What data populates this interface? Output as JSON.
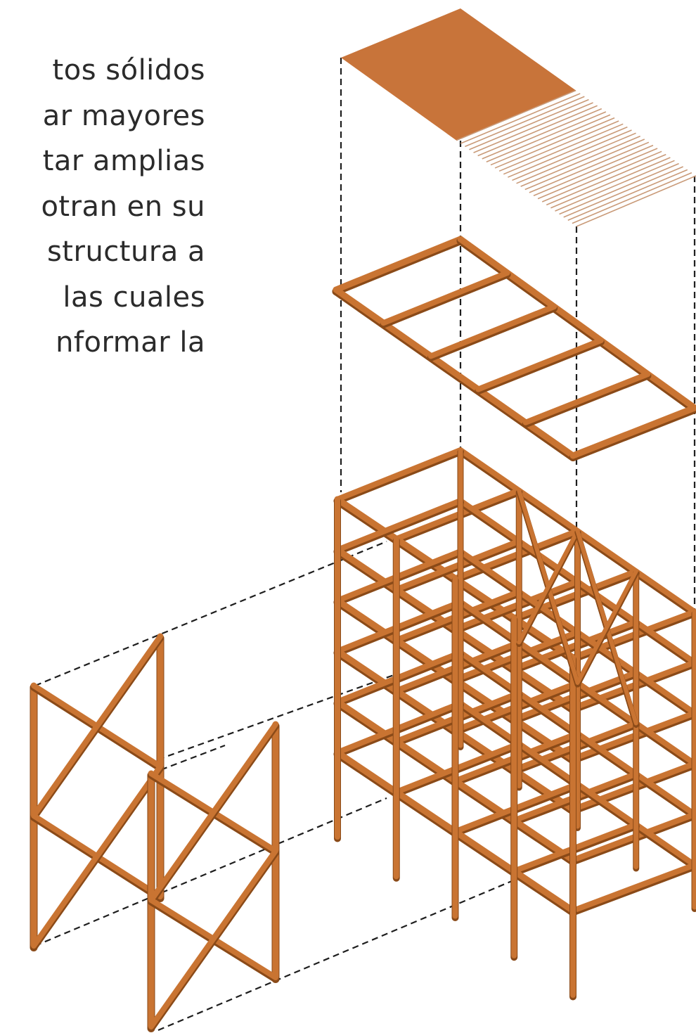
{
  "body_text": {
    "lines": [
      "tos  sólidos",
      "ar mayores",
      "tar amplias",
      "otran en su",
      "structura a",
      "las  cuales",
      "nformar  la"
    ]
  },
  "diagram": {
    "components": [
      "roof-deck-panel",
      "roof-frame",
      "main-timber-structure",
      "diagonal-bracing-frames"
    ],
    "colors": {
      "timber": "#c97432",
      "timber_dark": "#8a4a18",
      "deck": "#c8743a",
      "projection_line": "#1e1e1e"
    }
  }
}
